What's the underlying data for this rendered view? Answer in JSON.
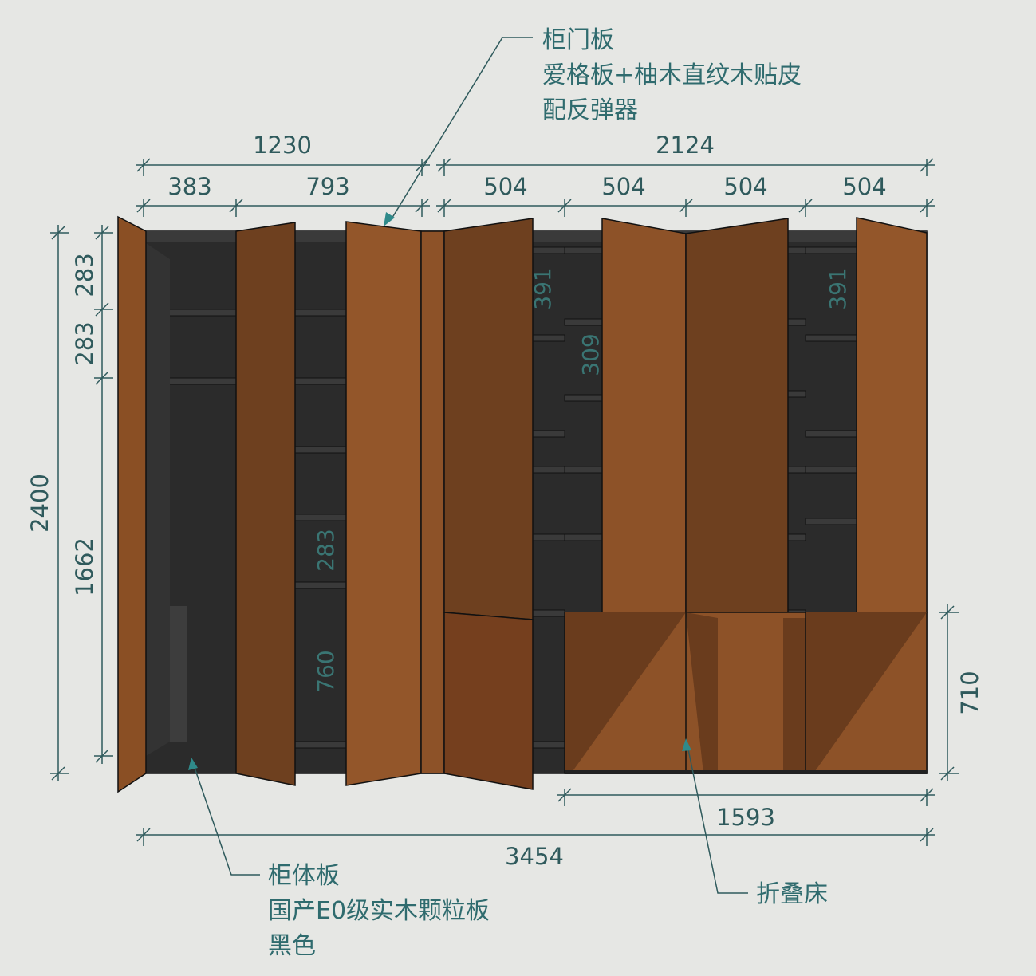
{
  "callouts": {
    "door": {
      "title": "柜门板",
      "material": "爱格板+柚木直纹木贴皮",
      "hardware": "配反弹器"
    },
    "body": {
      "title": "柜体板",
      "material": "国产E0级实木颗粒板",
      "color": "黑色"
    },
    "bed": {
      "title": "折叠床"
    }
  },
  "dimensions": {
    "left_group_width": "1230",
    "right_group_width": "2124",
    "col1": "383",
    "col2": "793",
    "col3": "504",
    "col4": "504",
    "col5": "504",
    "col6": "504",
    "total_height": "2400",
    "shelf1": "283",
    "shelf2": "283",
    "lower_height": "1662",
    "bed_width": "1593",
    "total_width": "3454",
    "bed_height": "710",
    "inner_391_a": "391",
    "inner_309": "309",
    "inner_391_b": "391",
    "inner_283": "283",
    "inner_760": "760"
  },
  "colors": {
    "wood": "#8d5228",
    "wood_dark": "#6e401f",
    "body": "#2b2b2b",
    "annotation": "#2f5a5c"
  }
}
